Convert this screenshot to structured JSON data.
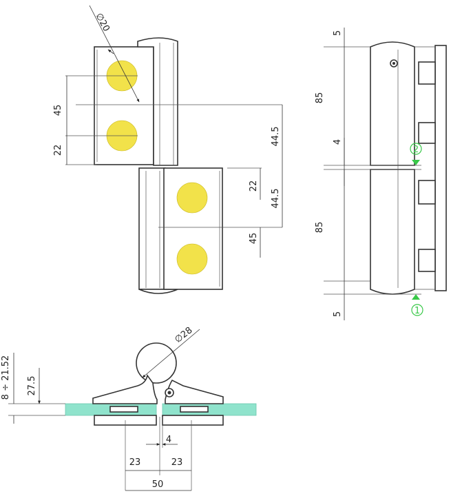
{
  "colors": {
    "hole_fill": "#f2e24a",
    "glass_fill": "#8fe3cc",
    "marker_green": "#38c848",
    "line": "#333333"
  },
  "front_view": {
    "diameter_label": "∅20",
    "dim_45_upper": "45",
    "dim_22_upper": "22",
    "dim_44_5_upper": "44.5",
    "dim_22_lower": "22",
    "dim_44_5_lower": "44.5",
    "dim_45_lower": "45"
  },
  "side_view": {
    "dim_5_top": "5",
    "dim_85_upper": "85",
    "dim_4": "4",
    "dim_85_lower": "85",
    "dim_5_bottom": "5",
    "marker_2": "2",
    "marker_1": "1"
  },
  "plan_view": {
    "diameter_label": "∅28",
    "dim_range": "8 ÷ 21.52",
    "dim_27_5": "27.5",
    "dim_4": "4",
    "dim_23_left": "23",
    "dim_23_right": "23",
    "dim_50": "50"
  }
}
